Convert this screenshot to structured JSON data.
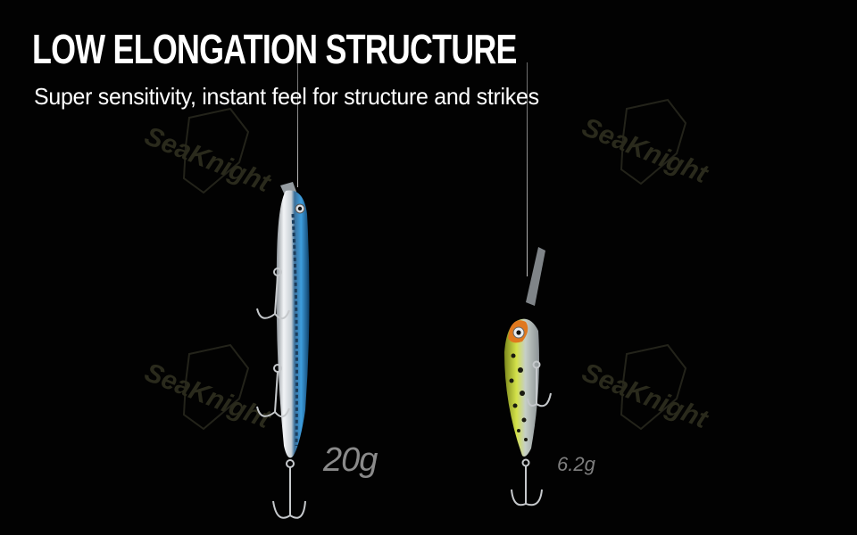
{
  "header": {
    "title": "LOW ELONGATION STRUCTURE",
    "subtitle": "Super sensitivity, instant feel for structure and strikes"
  },
  "watermark": {
    "text": "SeaKnight",
    "icon": "shield-icon",
    "color": "#2a2a1c",
    "positions": [
      "top-left",
      "top-right",
      "bottom-left",
      "bottom-right"
    ]
  },
  "products": [
    {
      "name": "long-minnow-lure",
      "colors": {
        "back": "#2f8fd0",
        "belly": "#d8dde2"
      },
      "weight": "20g"
    },
    {
      "name": "deep-diving-crankbait-lure",
      "colors": {
        "back": "#c6d83a",
        "head": "#e0781e",
        "spots": "#1a1a10"
      },
      "weight": "6.2g"
    }
  ]
}
